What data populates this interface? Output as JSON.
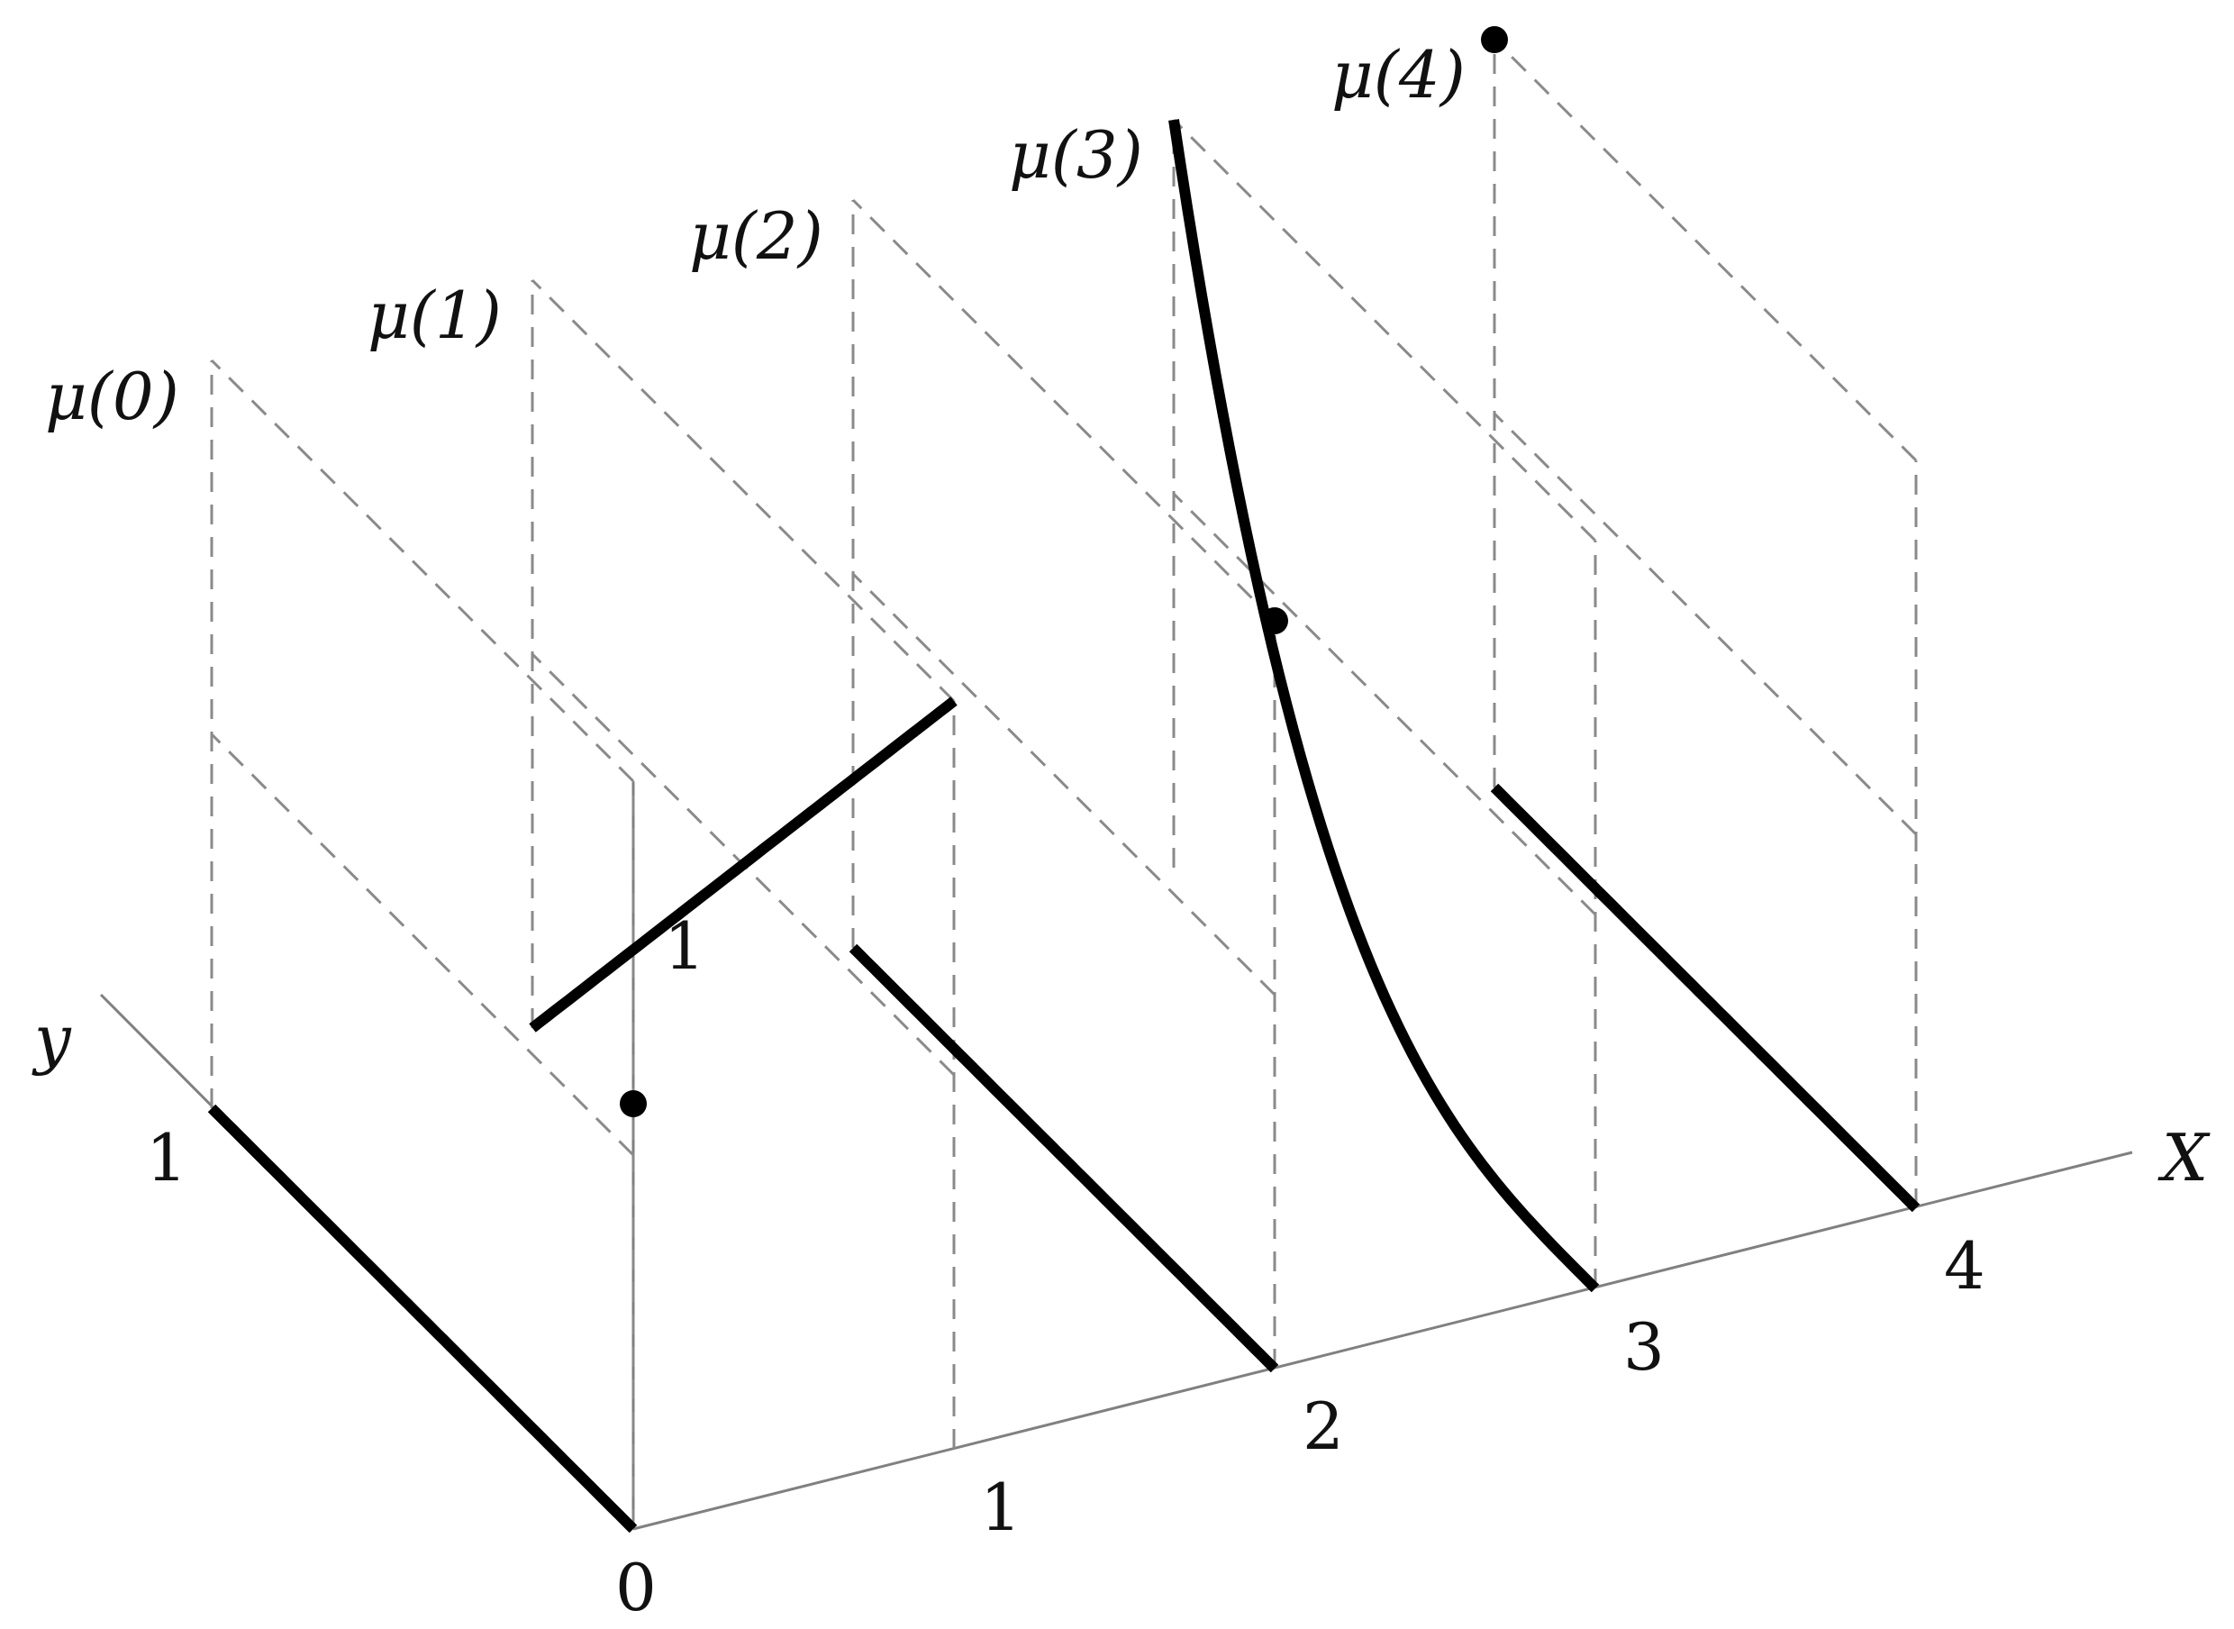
{
  "diagram": {
    "axis_labels": {
      "x": "X",
      "y": "y"
    },
    "origin_label": "0",
    "x_ticks": [
      "1",
      "2",
      "3",
      "4"
    ],
    "y_tick": "1",
    "z_tick": "1",
    "measures": [
      {
        "label": "μ(0)",
        "kind": "line",
        "density_at_0": 0,
        "density_at_1": 0
      },
      {
        "label": "μ(1)",
        "kind": "line",
        "density_at_0": 2,
        "density_at_1": 0
      },
      {
        "label": "μ(2)",
        "kind": "line+atom",
        "density_at_0": 0,
        "density_at_1": 0,
        "atom_y": 0,
        "atom_mass": 1
      },
      {
        "label": "μ(3)",
        "kind": "curve",
        "density_at_0": 0,
        "density_at_1": 2
      },
      {
        "label": "μ(4)",
        "kind": "line+atom",
        "density_at_0": 0,
        "density_at_1": 0,
        "atom_y": 1,
        "atom_mass": 1
      }
    ],
    "origin_atom": {
      "y": 0,
      "mass": 1
    },
    "colors": {
      "curve": "#000000",
      "axis": "#808080",
      "guide": "#8a8a8a"
    }
  }
}
